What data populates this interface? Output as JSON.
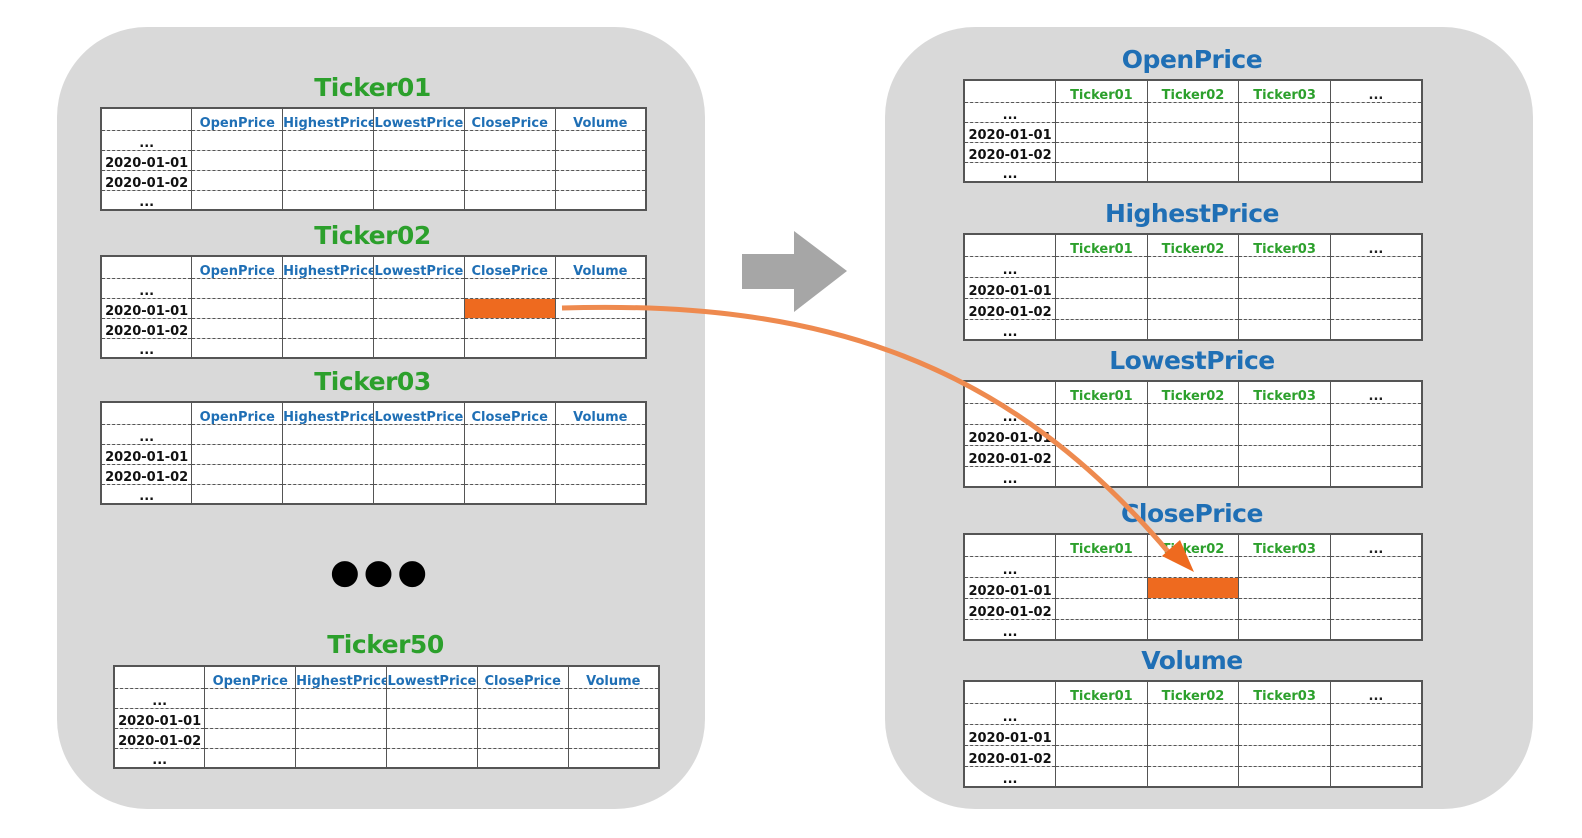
{
  "left": {
    "ticker_blocks": [
      {
        "title": "Ticker01",
        "columns": [
          "OpenPrice",
          "HighestPrice",
          "LowestPrice",
          "ClosePrice",
          "Volume"
        ],
        "rows": [
          "...",
          "2020-01-01",
          "2020-01-02",
          "..."
        ]
      },
      {
        "title": "Ticker02",
        "columns": [
          "OpenPrice",
          "HighestPrice",
          "LowestPrice",
          "ClosePrice",
          "Volume"
        ],
        "rows": [
          "...",
          "2020-01-01",
          "2020-01-02",
          "..."
        ],
        "highlight": {
          "row": "2020-01-01",
          "column": "ClosePrice"
        }
      },
      {
        "title": "Ticker03",
        "columns": [
          "OpenPrice",
          "HighestPrice",
          "LowestPrice",
          "ClosePrice",
          "Volume"
        ],
        "rows": [
          "...",
          "2020-01-01",
          "2020-01-02",
          "..."
        ]
      },
      {
        "title": "Ticker50",
        "columns": [
          "OpenPrice",
          "HighestPrice",
          "LowestPrice",
          "ClosePrice",
          "Volume"
        ],
        "rows": [
          "...",
          "2020-01-01",
          "2020-01-02",
          "..."
        ]
      }
    ],
    "ellipsis": "●●●"
  },
  "right": {
    "metric_blocks": [
      {
        "title": "OpenPrice",
        "columns": [
          "Ticker01",
          "Ticker02",
          "Ticker03",
          "..."
        ],
        "rows": [
          "...",
          "2020-01-01",
          "2020-01-02",
          "..."
        ]
      },
      {
        "title": "HighestPrice",
        "columns": [
          "Ticker01",
          "Ticker02",
          "Ticker03",
          "..."
        ],
        "rows": [
          "...",
          "2020-01-01",
          "2020-01-02",
          "..."
        ]
      },
      {
        "title": "LowestPrice",
        "columns": [
          "Ticker01",
          "Ticker02",
          "Ticker03",
          "..."
        ],
        "rows": [
          "...",
          "2020-01-01",
          "2020-01-02",
          "..."
        ]
      },
      {
        "title": "ClosePrice",
        "columns": [
          "Ticker01",
          "Ticker02",
          "Ticker03",
          "..."
        ],
        "rows": [
          "...",
          "2020-01-01",
          "2020-01-02",
          "..."
        ],
        "highlight": {
          "row": "2020-01-01",
          "column": "Ticker02"
        }
      },
      {
        "title": "Volume",
        "columns": [
          "Ticker01",
          "Ticker02",
          "Ticker03",
          "..."
        ],
        "rows": [
          "...",
          "2020-01-01",
          "2020-01-02",
          "..."
        ]
      }
    ]
  },
  "colors": {
    "panel": "#d9d9d9",
    "ticker_title": "#2ca02c",
    "metric_title": "#1f6fb5",
    "highlight": "#ee6a1f",
    "arrow_gray": "#a6a6a6",
    "arrow_orange": "#ee8a4f"
  },
  "icons": [
    "right-arrow-icon",
    "curved-arrow-icon"
  ]
}
